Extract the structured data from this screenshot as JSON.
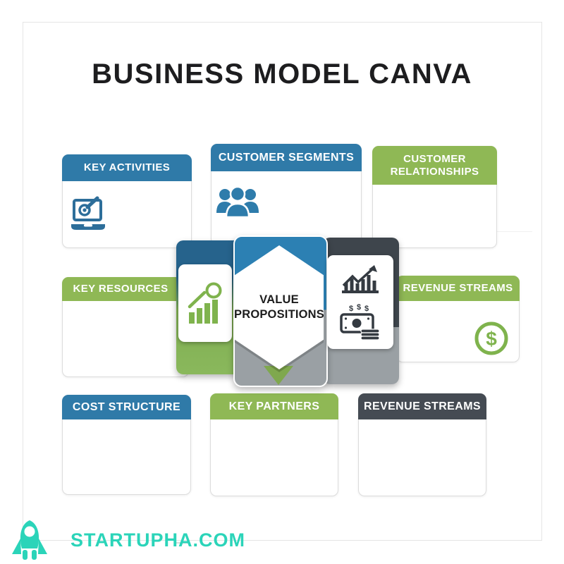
{
  "title": "BUSINESS MODEL CANVA",
  "boxes": {
    "key_activities": {
      "label": "KEY ACTIVITIES",
      "header_color": "#2f7aa8",
      "icon": "laptop-pencil-icon"
    },
    "customer_segments": {
      "label": "CUSTOMER SEGMENTS",
      "header_color": "#2f7aa8",
      "icon": "people-icon"
    },
    "customer_relationships": {
      "label": "CUSTOMER RELATIONSHIPS",
      "header_color": "#8fb855"
    },
    "key_resources": {
      "label": "KEY RESOURCES",
      "header_color": "#8fb855"
    },
    "revenue_streams_middle": {
      "label": "REVENUE STREAMS",
      "header_color": "#8fb855",
      "icon": "dollar-coin-icon"
    },
    "cost_structure": {
      "label": "COST STRUCTURE",
      "header_color": "#2f7aa8"
    },
    "key_partners": {
      "label": "KEY PARTNERS",
      "header_color": "#8fb855"
    },
    "revenue_streams_bottom": {
      "label": "REVENUE STREAMS",
      "header_color": "#454b53"
    }
  },
  "center": {
    "label": "VALUE PROPOSITIONS",
    "left_icon": "growth-chart-magnifier-icon",
    "right_icons": [
      "bar-chart-arrow-icon",
      "money-cash-icon"
    ]
  },
  "footer": {
    "brand": "STARTUPHA.COM"
  },
  "colors": {
    "header_blue": "#2f7aa8",
    "header_green": "#8fb855",
    "header_dark": "#454b53",
    "panel_dark_blue": "#26638c",
    "panel_center_blue": "#2c80b3",
    "panel_gray": "#9aa0a4",
    "arrow_green": "#7fa84e",
    "icon_blue": "#2d6e9a",
    "icon_green": "#7fb34d",
    "icon_dark": "#343a41",
    "brand_teal": "#2bd4b9",
    "title_text": "#1d1d1f"
  }
}
